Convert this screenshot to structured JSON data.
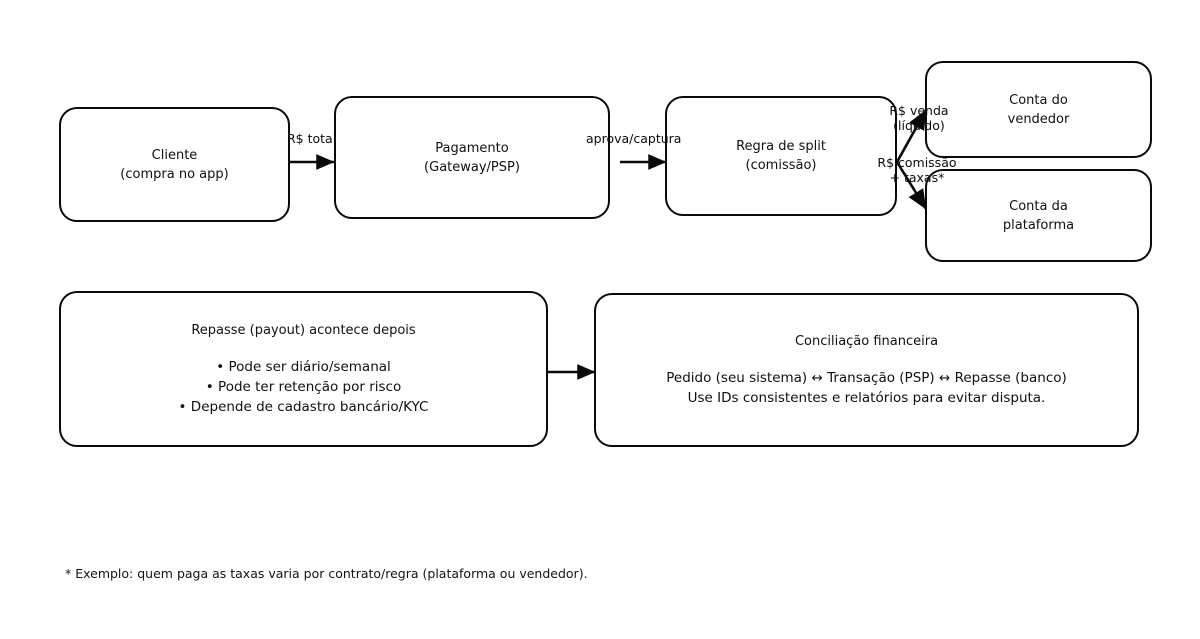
{
  "diagram": {
    "nodes": {
      "cliente": {
        "title": "Cliente",
        "subtitle": "(compra no app)"
      },
      "pagamento": {
        "title": "Pagamento",
        "subtitle": "(Gateway/PSP)"
      },
      "split": {
        "title": "Regra de split",
        "subtitle": "(comissão)"
      },
      "conta_vendedor": {
        "title": "Conta do",
        "subtitle": "vendedor"
      },
      "conta_plataforma": {
        "title": "Conta da",
        "subtitle": "plataforma"
      },
      "repasse": {
        "title": "Repasse (payout) acontece depois",
        "bullets": [
          "• Pode ser diário/semanal",
          "• Pode ter retenção por risco",
          "• Depende de cadastro bancário/KYC"
        ]
      },
      "conciliacao": {
        "title": "Conciliação financeira",
        "lines": [
          "Pedido (seu sistema) ↔ Transação (PSP) ↔ Repasse (banco)",
          "Use IDs consistentes e relatórios para evitar disputa."
        ]
      }
    },
    "edge_labels": {
      "cliente_pagamento": "R$ total",
      "pagamento_split": "aprova/captura",
      "split_vendedor_line1": "R$ venda",
      "split_vendedor_line2": "(líquido)",
      "split_plataforma_line1": "R$ comissão",
      "split_plataforma_line2": "+ taxas*"
    },
    "footnote": "* Exemplo: quem paga as taxas varia por contrato/regra (plataforma ou vendedor).",
    "colors": {
      "stroke": "#0a0a0a",
      "background": "#ffffff",
      "text": "#101010"
    }
  }
}
